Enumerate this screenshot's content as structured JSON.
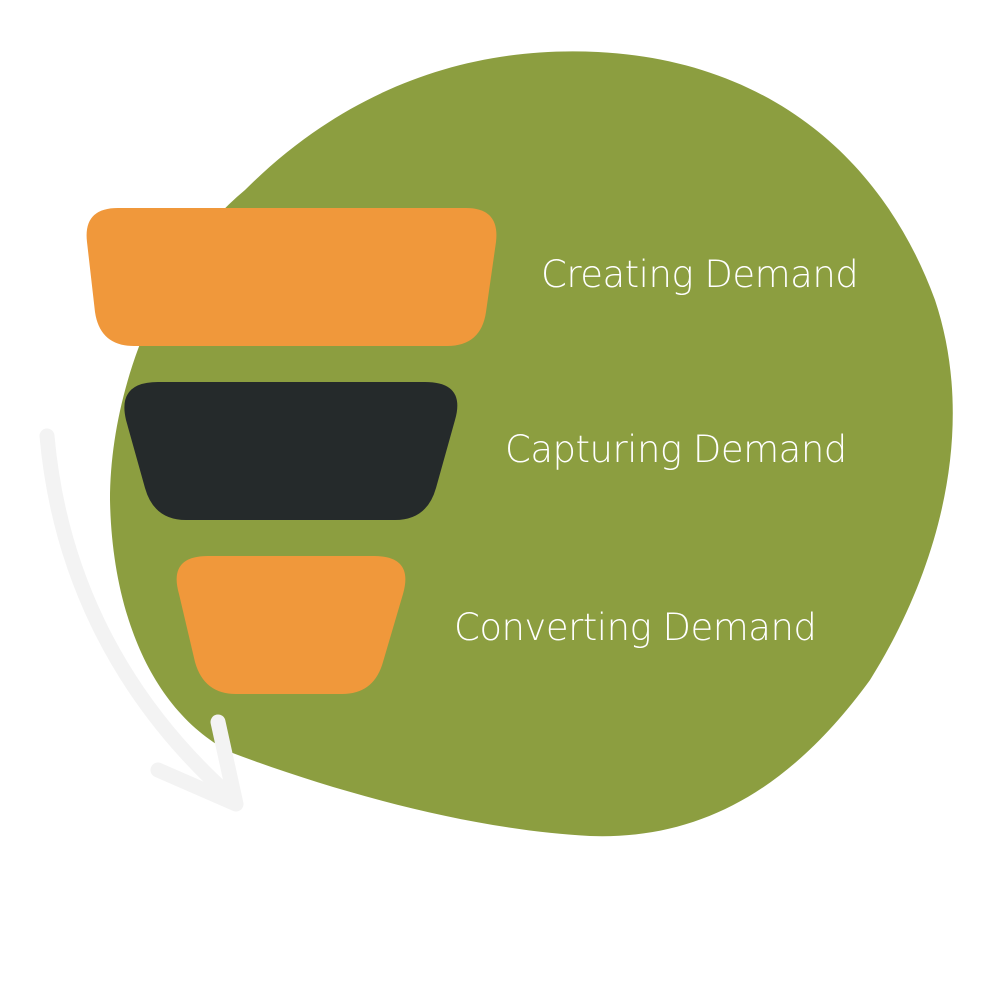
{
  "funnel": {
    "stages": [
      {
        "label": "Creating Demand",
        "color": "#F0983B"
      },
      {
        "label": "Capturing Demand",
        "color": "#252A2B"
      },
      {
        "label": "Converting Demand",
        "color": "#F0983B"
      }
    ]
  },
  "colors": {
    "blob": "#8C9E40",
    "arrow": "#F3F3F3",
    "label_text": "#FFFFFF",
    "background": "#FFFFFF"
  },
  "icons": {
    "flow_arrow": "curved-down-arrow-icon"
  }
}
